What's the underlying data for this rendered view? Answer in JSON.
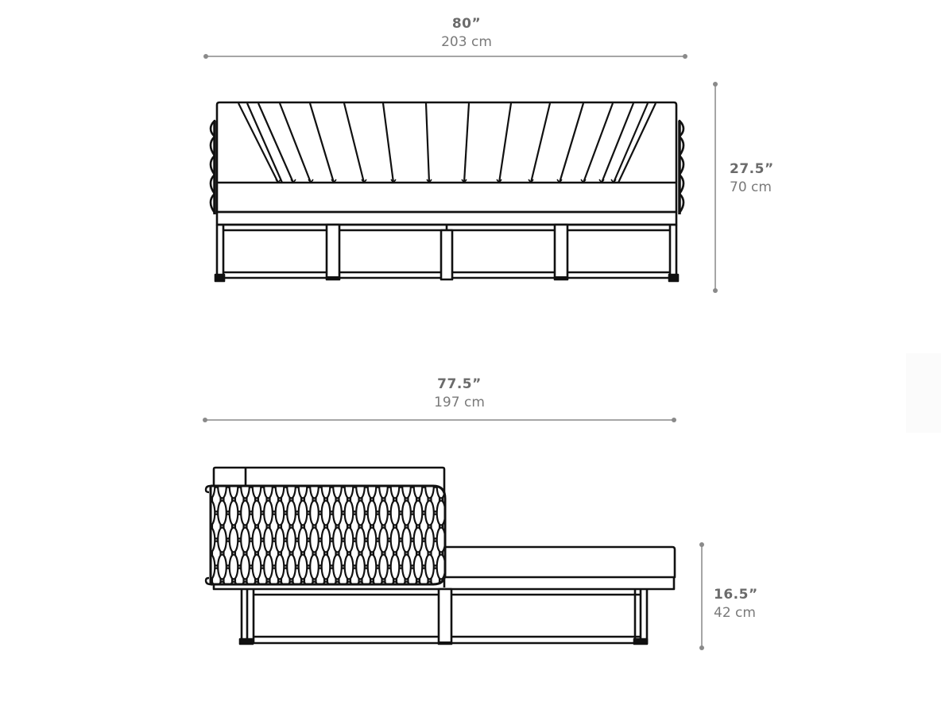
{
  "diagram": {
    "subject": "Sofa / daybed dimension drawing",
    "line_color": "#111111",
    "dimension_line_color": "#a6a6a6",
    "dimension_text_color": "#6b6b6b",
    "views": [
      {
        "name": "front-view",
        "width": {
          "imperial": "80”",
          "metric": "203 cm"
        },
        "height": {
          "imperial": "27.5”",
          "metric": "70 cm"
        }
      },
      {
        "name": "side-view",
        "width": {
          "imperial": "77.5”",
          "metric": "197 cm"
        },
        "height": {
          "imperial": "16.5”",
          "metric": "42 cm"
        }
      }
    ]
  }
}
